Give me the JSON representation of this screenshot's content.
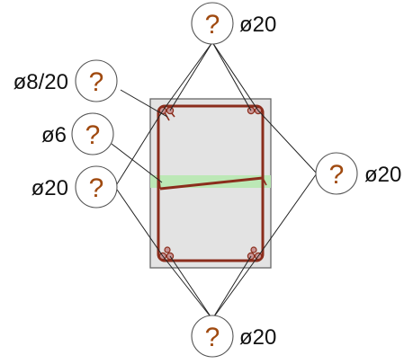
{
  "colors": {
    "concrete_fill": "#e3e3e3",
    "concrete_stroke": "#666666",
    "rebar": "#8b2d1c",
    "bar_dot": "#c89595",
    "highlight": "#b7e8b0",
    "leader": "#222222",
    "bubble_fill": "#ffffff",
    "bubble_stroke": "#555555",
    "question": "#a04a10",
    "text": "#111111"
  },
  "callouts": {
    "top": {
      "symbol": "?",
      "label": "ø20"
    },
    "stirrup": {
      "symbol": "?",
      "label": "ø8/20"
    },
    "tie": {
      "symbol": "?",
      "label": "ø6"
    },
    "left": {
      "symbol": "?",
      "label": "ø20"
    },
    "right": {
      "symbol": "?",
      "label": "ø20"
    },
    "bottom": {
      "symbol": "?",
      "label": "ø20"
    }
  }
}
